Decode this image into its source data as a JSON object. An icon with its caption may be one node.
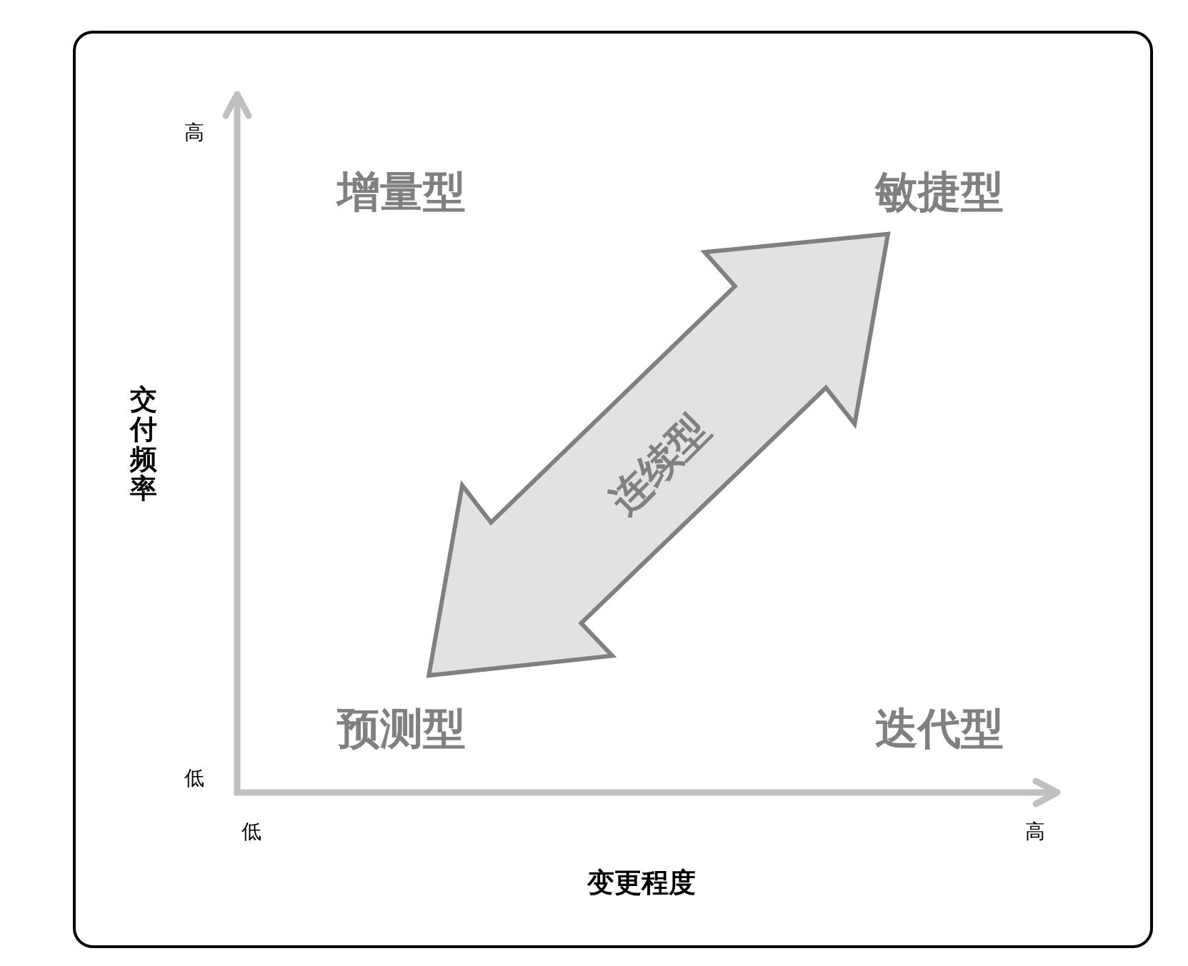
{
  "diagram": {
    "nodes": [
      {
        "text": [
          "连续型"
        ]
      }
    ],
    "labels": [
      "高",
      "增量型",
      "敏捷型",
      "交付频率",
      "预测型",
      "迭代型",
      "低",
      "低",
      "高",
      "变更程度"
    ]
  }
}
